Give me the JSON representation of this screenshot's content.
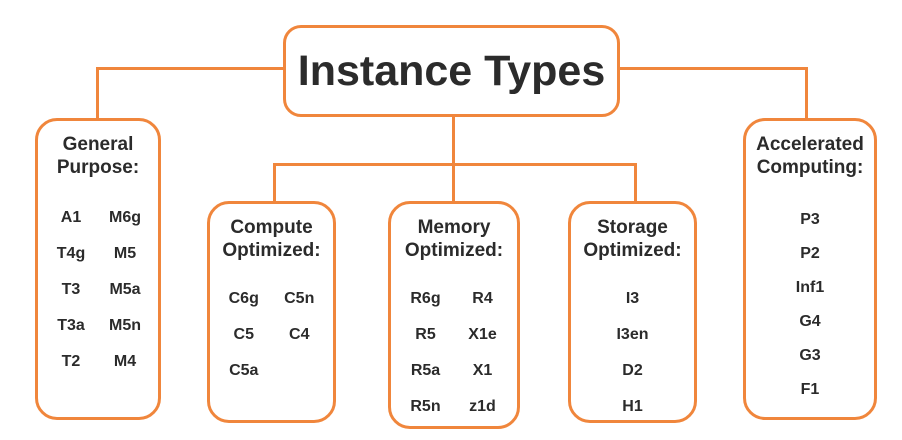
{
  "title": "Instance Types",
  "colors": {
    "accent": "#F0863C",
    "text": "#2B2B2B",
    "background": "#FFFFFF"
  },
  "categories": [
    {
      "name": "general-purpose",
      "heading": "General\nPurpose:",
      "columns": 2,
      "items": [
        "A1",
        "M6g",
        "T4g",
        "M5",
        "T3",
        "M5a",
        "T3a",
        "M5n",
        "T2",
        "M4"
      ]
    },
    {
      "name": "compute-optimized",
      "heading": "Compute\nOptimized:",
      "columns": 2,
      "items": [
        "C6g",
        "C5n",
        "C5",
        "C4",
        "C5a"
      ]
    },
    {
      "name": "memory-optimized",
      "heading": "Memory\nOptimized:",
      "columns": 2,
      "items": [
        "R6g",
        "R4",
        "R5",
        "X1e",
        "R5a",
        "X1",
        "R5n",
        "z1d"
      ]
    },
    {
      "name": "storage-optimized",
      "heading": "Storage\nOptimized:",
      "columns": 1,
      "items": [
        "I3",
        "I3en",
        "D2",
        "H1"
      ]
    },
    {
      "name": "accelerated-computing",
      "heading": "Accelerated\nComputing:",
      "columns": 1,
      "items": [
        "P3",
        "P2",
        "Inf1",
        "G4",
        "G3",
        "F1"
      ]
    }
  ]
}
